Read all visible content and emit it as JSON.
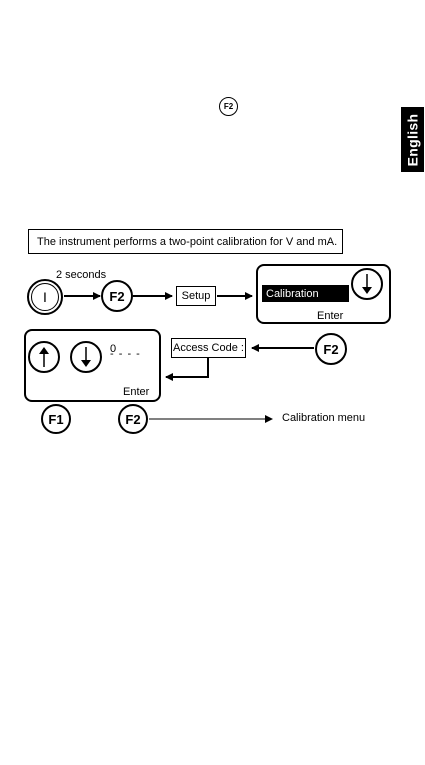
{
  "top_key": {
    "label": "F2"
  },
  "language_tab": {
    "label": "English"
  },
  "note": {
    "text": "The instrument performs a two-point calibration for V and mA."
  },
  "sequence": {
    "duration_label": "2 seconds",
    "power_key_label": "I",
    "f2_key_label": "F2",
    "setup_label": "Setup"
  },
  "display_calibration": {
    "highlight": "Calibration",
    "softkey": "Enter"
  },
  "access": {
    "label": "Access Code :",
    "f2_key_label": "F2"
  },
  "display_code": {
    "digit": "0",
    "dashes": "- - - -",
    "softkey": "Enter"
  },
  "bottom_row": {
    "f1_label": "F1",
    "f2_label": "F2",
    "menu_label": "Calibration menu"
  }
}
